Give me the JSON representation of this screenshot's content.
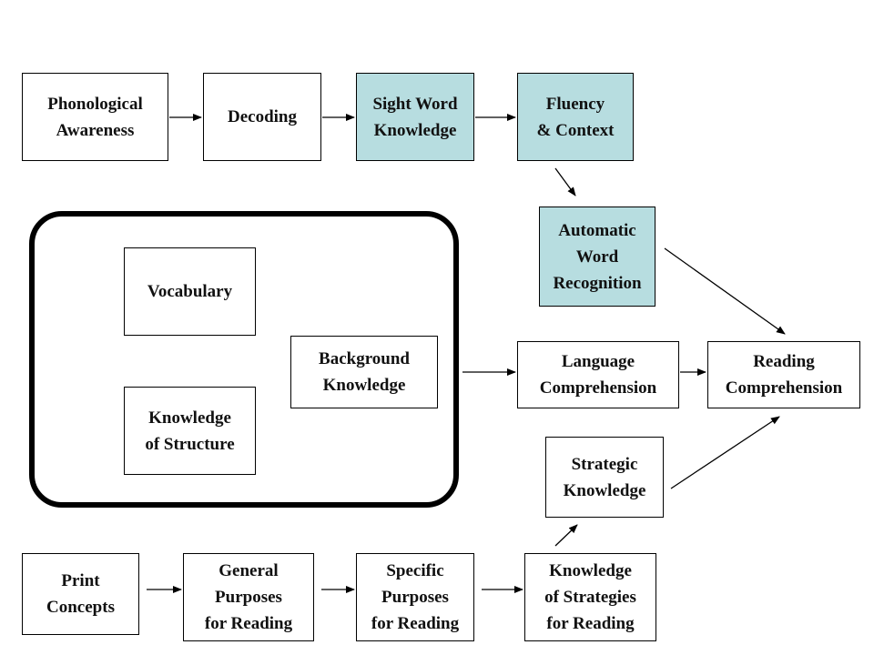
{
  "nodes": {
    "phonological": "Phonological\nAwareness",
    "decoding": "Decoding",
    "sight_word": "Sight Word\nKnowledge",
    "fluency": "Fluency\n& Context",
    "automatic": "Automatic\nWord\nRecognition",
    "vocabulary": "Vocabulary",
    "background": "Background\nKnowledge",
    "structure": "Knowledge\nof Structure",
    "language": "Language\nComprehension",
    "reading": "Reading\nComprehension",
    "strategic": "Strategic\nKnowledge",
    "print": "Print\nConcepts",
    "general": "General\nPurposes\nfor Reading",
    "specific": "Specific\nPurposes\nfor Reading",
    "strategies": "Knowledge\nof Strategies\nfor Reading"
  },
  "colors": {
    "highlight": "#b7dde0",
    "line": "#000000"
  }
}
